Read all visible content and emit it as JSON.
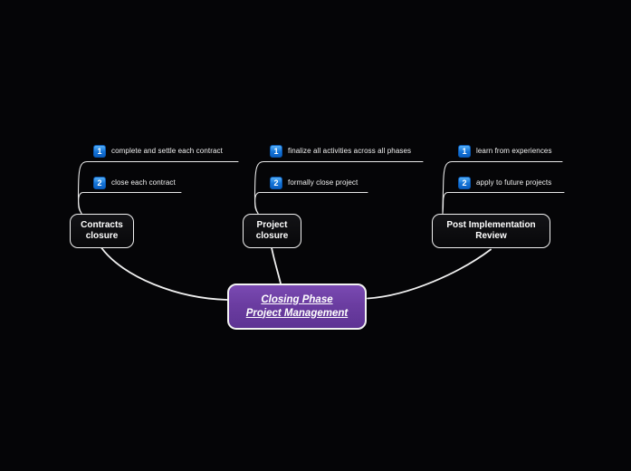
{
  "colors": {
    "background": "#050507",
    "line": "#e8e8e8",
    "node_border": "#f2f2f2",
    "node_background": "#0b0b0d",
    "center_purple": "#6b3da1",
    "badge_blue": "#1272d6",
    "text": "#ffffff"
  },
  "center": {
    "title": "Closing Phase Project Management",
    "title_lines": [
      "Closing Phase",
      "Project Management"
    ]
  },
  "branches": [
    {
      "title": "Contracts closure",
      "title_lines": [
        "Contracts",
        "closure"
      ],
      "items": [
        {
          "num": "1",
          "label": "complete and settle each contract"
        },
        {
          "num": "2",
          "label": "close each contract"
        }
      ]
    },
    {
      "title": "Project closure",
      "title_lines": [
        "Project",
        "closure"
      ],
      "items": [
        {
          "num": "1",
          "label": "finalize all activities across all phases"
        },
        {
          "num": "2",
          "label": "formally close project"
        }
      ]
    },
    {
      "title": "Post Implementation Review",
      "title_lines": [
        "Post Implementation",
        "Review"
      ],
      "items": [
        {
          "num": "1",
          "label": "learn from experiences"
        },
        {
          "num": "2",
          "label": "apply to future projects"
        }
      ]
    }
  ]
}
